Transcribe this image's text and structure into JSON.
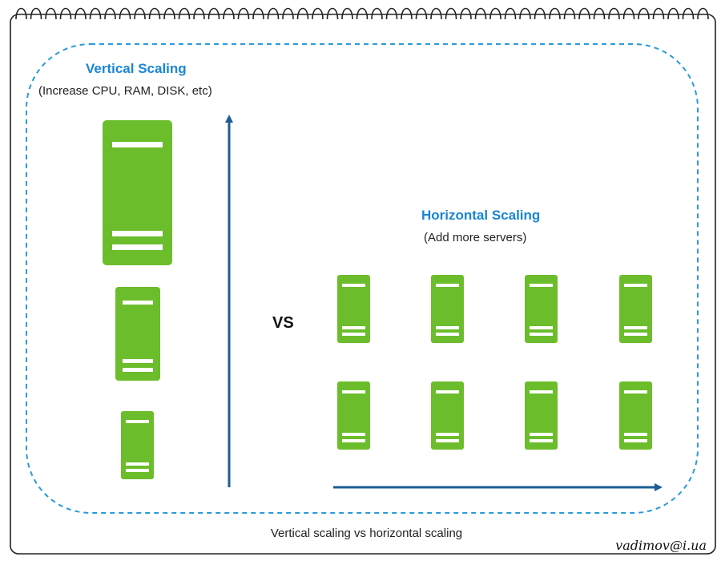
{
  "vertical": {
    "title": "Vertical Scaling",
    "subtitle": "(Increase CPU, RAM, DISK, etc)"
  },
  "horizontal": {
    "title": "Horizontal Scaling",
    "subtitle": "(Add more servers)"
  },
  "vs_label": "VS",
  "caption": "Vertical scaling vs horizontal scaling",
  "author_email": "vadimov@i.ua",
  "colors": {
    "server": "#6cbd2c",
    "arrow": "#1d5d93",
    "dashed_border": "#2a9ad8",
    "title": "#1a86d6"
  }
}
